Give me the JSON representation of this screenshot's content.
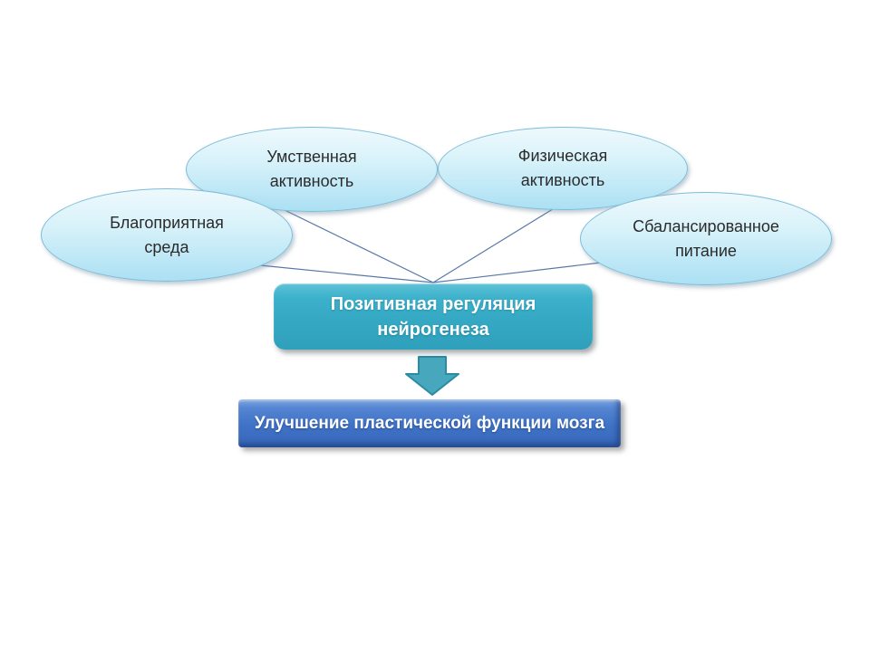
{
  "slide": {
    "background": "#ffffff",
    "factors": [
      {
        "name": "mental-activity",
        "line1": "Умственная",
        "line2": "активность"
      },
      {
        "name": "physical-activity",
        "line1": "Физическая",
        "line2": "активность"
      },
      {
        "name": "favorable-environment",
        "line1": "Благоприятная",
        "line2": "среда"
      },
      {
        "name": "balanced-nutrition",
        "line1": "Сбалансированное",
        "line2": "питание"
      }
    ],
    "central_node": {
      "line1": "Позитивная регуляция",
      "line2": "нейрогенеза"
    },
    "result_node": {
      "label": "Улучшение пластической функции мозга"
    },
    "colors": {
      "ellipse_fill_top": "#eef9fd",
      "ellipse_fill_bottom": "#abe0f3",
      "ellipse_border": "#7cbdd8",
      "central_fill": "#35a9c4",
      "arrow_fill": "#46a7bd",
      "arrow_border": "#2a8ba2",
      "result_fill": "#3f72c6",
      "connector_line": "#5878a8",
      "text_dark": "#2b2b2b",
      "text_light": "#ffffff"
    }
  }
}
